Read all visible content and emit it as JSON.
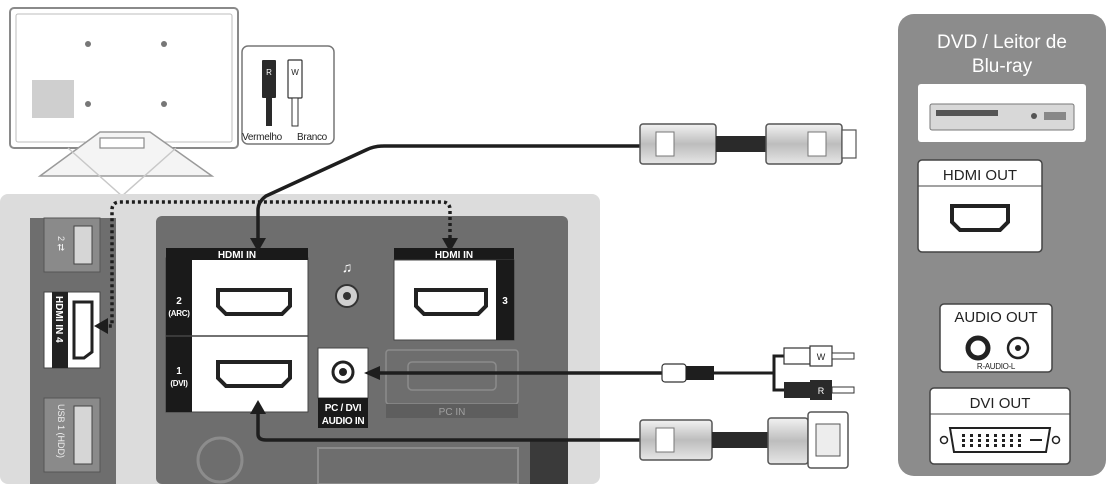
{
  "tv": {
    "plug_red_letter": "R",
    "plug_white_letter": "W",
    "plug_red_label": "Vermelho",
    "plug_white_label": "Branco"
  },
  "panel": {
    "hdmi_in_left": "HDMI IN",
    "hdmi_in_right": "HDMI IN",
    "port_2_num": "2",
    "port_2_sub": "(ARC)",
    "port_1_num": "1",
    "port_1_sub": "(DVI)",
    "port_3_num": "3",
    "pc_dvi_line1": "PC / DVI",
    "pc_dvi_line2": "AUDIO IN",
    "pc_in": "PC IN",
    "hdmi_in_4": "HDMI IN 4",
    "usb_top": "2 ⇄",
    "usb_bottom": "USB 1 (HDD)"
  },
  "device": {
    "title_line1": "DVD / Leitor de",
    "title_line2": "Blu-ray",
    "hdmi_out": "HDMI OUT",
    "audio_out": "AUDIO OUT",
    "audio_sub": "R-AUDIO-L",
    "dvi_out": "DVI OUT"
  },
  "cables": {
    "rca_top_letter": "W",
    "rca_bottom_letter": "R"
  },
  "colors": {
    "device_bg": "#8c8c8c",
    "panel_bg": "#dcdcdc",
    "inner_panel": "#6e6e6e",
    "cable": "#1e1e1e"
  }
}
